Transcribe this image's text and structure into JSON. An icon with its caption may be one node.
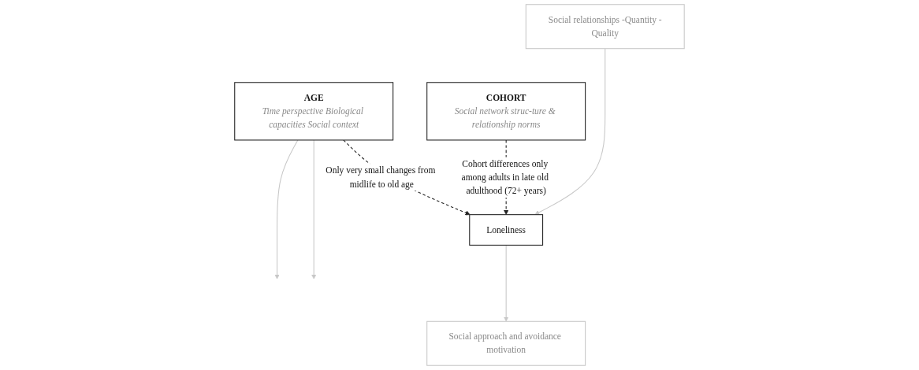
{
  "diagram": {
    "nodes": [
      {
        "text": [
          "AGE",
          "Time perspective Biological capacities Social context"
        ]
      },
      {
        "text": [
          "COHORT",
          "Social network struc-ture & relationship norms"
        ]
      },
      {
        "text": [
          "Social relationships -Quantity -Quality"
        ]
      },
      {
        "text": [
          "Loneliness"
        ]
      },
      {
        "text": [
          "Social approach and avoidance motivation"
        ]
      }
    ],
    "edges": [
      {
        "from": 0,
        "to": 3,
        "arrow": "to",
        "style": "dashed",
        "color": "#222222",
        "label": "Only very small changes from midlife to old age"
      },
      {
        "from": 1,
        "to": 3,
        "arrow": "to",
        "style": "dashed",
        "color": "#222222",
        "label": "Cohort differences only among adults in late old adulthood (72+ years)"
      },
      {
        "from": 2,
        "to": 3,
        "arrow": "to"
      },
      {
        "from": 3,
        "to": 4,
        "arrow": "to"
      },
      {
        "from": 0,
        "to": null,
        "arrow": "to"
      },
      {
        "from": 0,
        "to": null,
        "arrow": "to"
      }
    ]
  }
}
